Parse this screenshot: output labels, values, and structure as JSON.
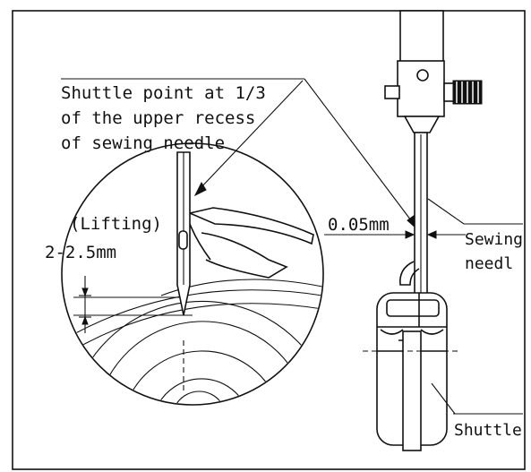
{
  "labels": {
    "shuttle_point_line1": "Shuttle point at 1/3",
    "shuttle_point_line2": "of the upper recess",
    "shuttle_point_line3": "of sewing needle",
    "lifting": "(Lifting)",
    "lift_range": "2-2.5mm",
    "clearance": "0.05mm",
    "sewing_needle_line1": "Sewing",
    "sewing_needle_line2": "needl",
    "shuttle": "Shuttle"
  },
  "colors": {
    "ink": "#111111",
    "paper": "#ffffff"
  }
}
